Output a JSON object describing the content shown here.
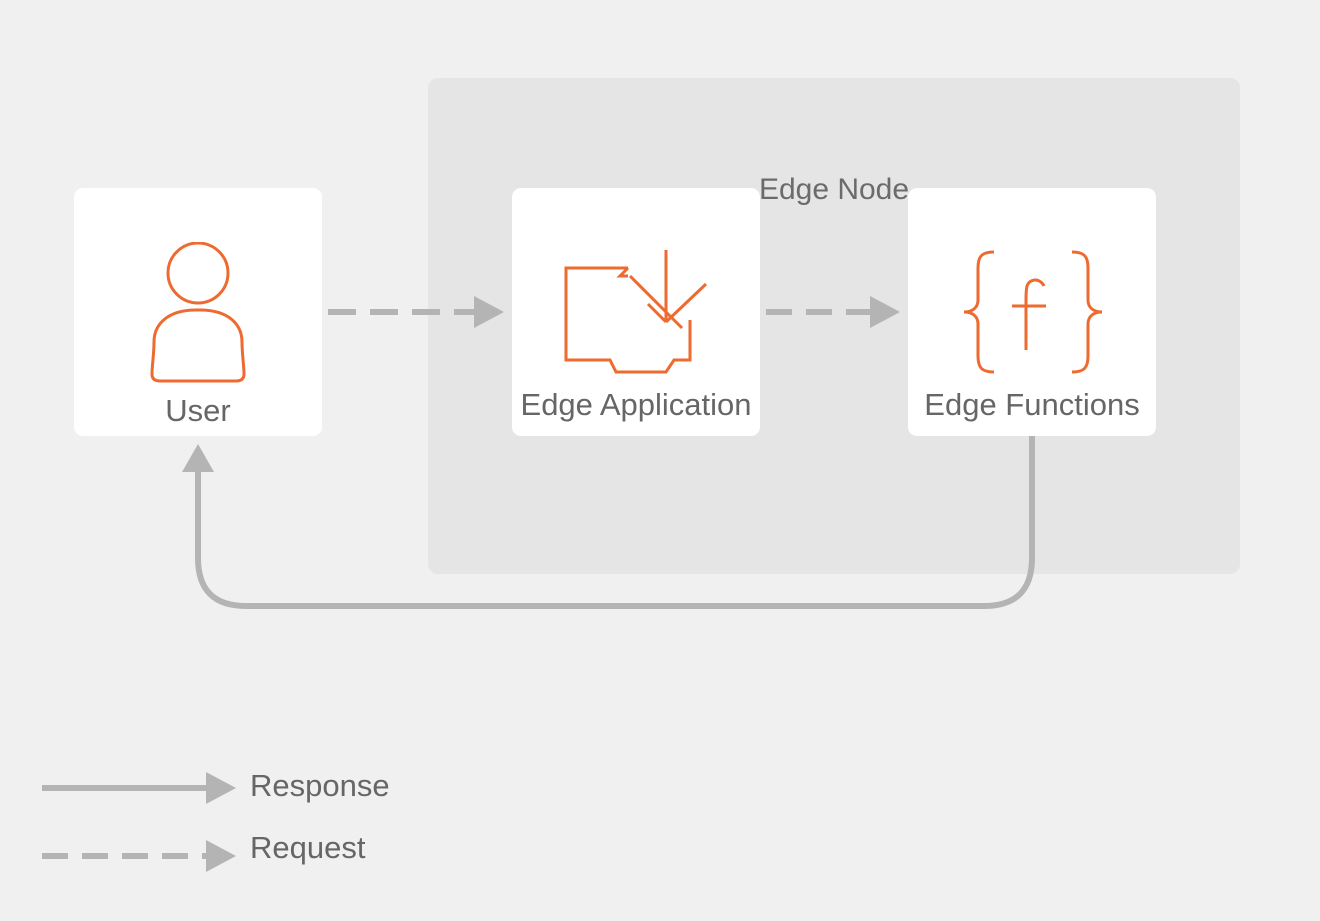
{
  "edge_node": {
    "title": "Edge Node"
  },
  "nodes": {
    "user": {
      "label": "User",
      "icon": "user-icon"
    },
    "edge_application": {
      "label": "Edge Application",
      "icon": "edge-application-icon"
    },
    "edge_functions": {
      "label": "Edge Functions",
      "icon": "function-braces-icon"
    }
  },
  "flows": [
    {
      "from": "User",
      "to": "Edge Application",
      "kind": "Request"
    },
    {
      "from": "Edge Application",
      "to": "Edge Functions",
      "kind": "Request"
    },
    {
      "from": "Edge Functions",
      "to": "User",
      "kind": "Response"
    }
  ],
  "legend": {
    "response": "Response",
    "request": "Request"
  },
  "colors": {
    "background": "#f0f0f0",
    "group": "#e5e5e5",
    "card": "#ffffff",
    "accent": "#ee6a2f",
    "arrow": "#b4b4b4",
    "text": "#666666"
  }
}
